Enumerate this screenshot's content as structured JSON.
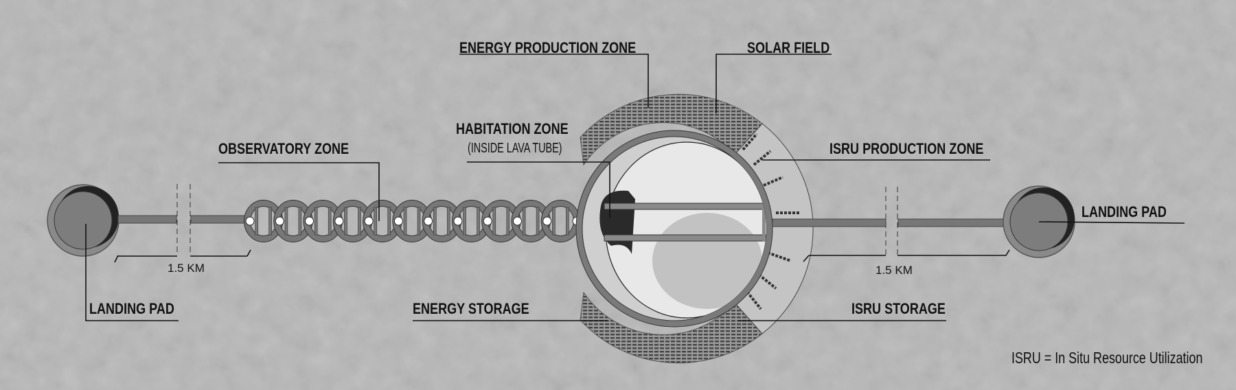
{
  "labels": {
    "energy_production_zone": "ENERGY PRODUCTION ZONE",
    "solar_field": "SOLAR FIELD",
    "habitation_zone": "HABITATION ZONE",
    "habitation_note": "(INSIDE LAVA TUBE)",
    "observatory_zone": "OBSERVATORY ZONE",
    "isru_production_zone": "ISRU PRODUCTION ZONE",
    "landing_pad_right": "LANDING PAD",
    "landing_pad_left": "LANDING PAD",
    "energy_storage": "ENERGY STORAGE",
    "isru_storage": "ISRU STORAGE",
    "distance_left": "1.5 KM",
    "distance_right": "1.5 KM"
  },
  "footnote": "ISRU = In Situ Resource Utilization",
  "colors": {
    "ground": "#b5b5b5",
    "structure": "#7a7a7a",
    "dark": "#2a2a2a",
    "crater": "#d8d8d8"
  }
}
